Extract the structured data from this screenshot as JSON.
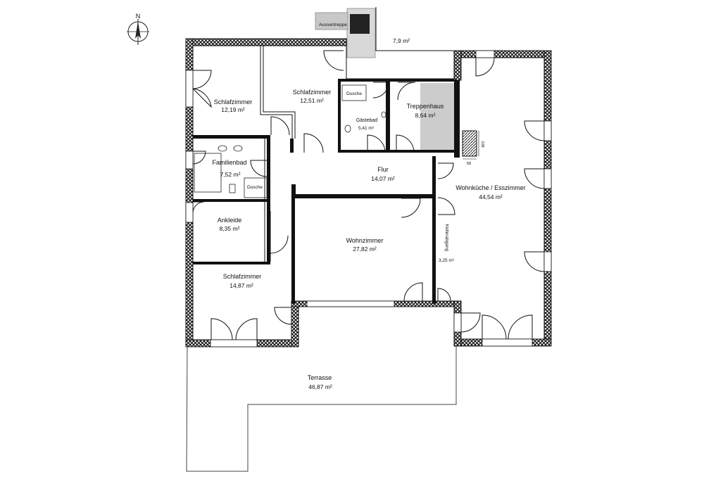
{
  "rooms": {
    "schlaf1": {
      "name": "Schlafzimmer",
      "area": "12,19 m²"
    },
    "schlaf2": {
      "name": "Schlafzimmer",
      "area": "12,51 m²"
    },
    "familienbad": {
      "name": "Familienbad",
      "area": "7,52 m²"
    },
    "ankleide": {
      "name": "Ankleide",
      "area": "8,35 m²"
    },
    "schlaf3": {
      "name": "Schlafzimmer",
      "area": "14,87 m²"
    },
    "gaestebad": {
      "name": "Gästebad",
      "area": "5,41 m²"
    },
    "treppenhaus": {
      "name": "Treppenhaus",
      "area": "8,64 m²"
    },
    "flur": {
      "name": "Flur",
      "area": "14,07 m²"
    },
    "wohnzimmer": {
      "name": "Wohnzimmer",
      "area": "27,82 m²"
    },
    "wohnkueche": {
      "name": "Wohnküche / Esszimmer",
      "area": "44,54 m²"
    },
    "kellerabgang": {
      "name": "Kellerabgang",
      "area": "3,25 m²"
    },
    "terrasse": {
      "name": "Terrasse",
      "area": "46,87 m²"
    },
    "eingang": {
      "area": "7,9 m²"
    }
  },
  "labels": {
    "dusche_gast": "Dusche",
    "dusche_familie": "Dusche",
    "aussentreppe": "Aussentreppe",
    "dim_108": "108",
    "dim_58": "58",
    "north": "N"
  },
  "colors": {
    "wall": "#111111",
    "stairs": "#cccccc",
    "dark_block": "#222222"
  }
}
